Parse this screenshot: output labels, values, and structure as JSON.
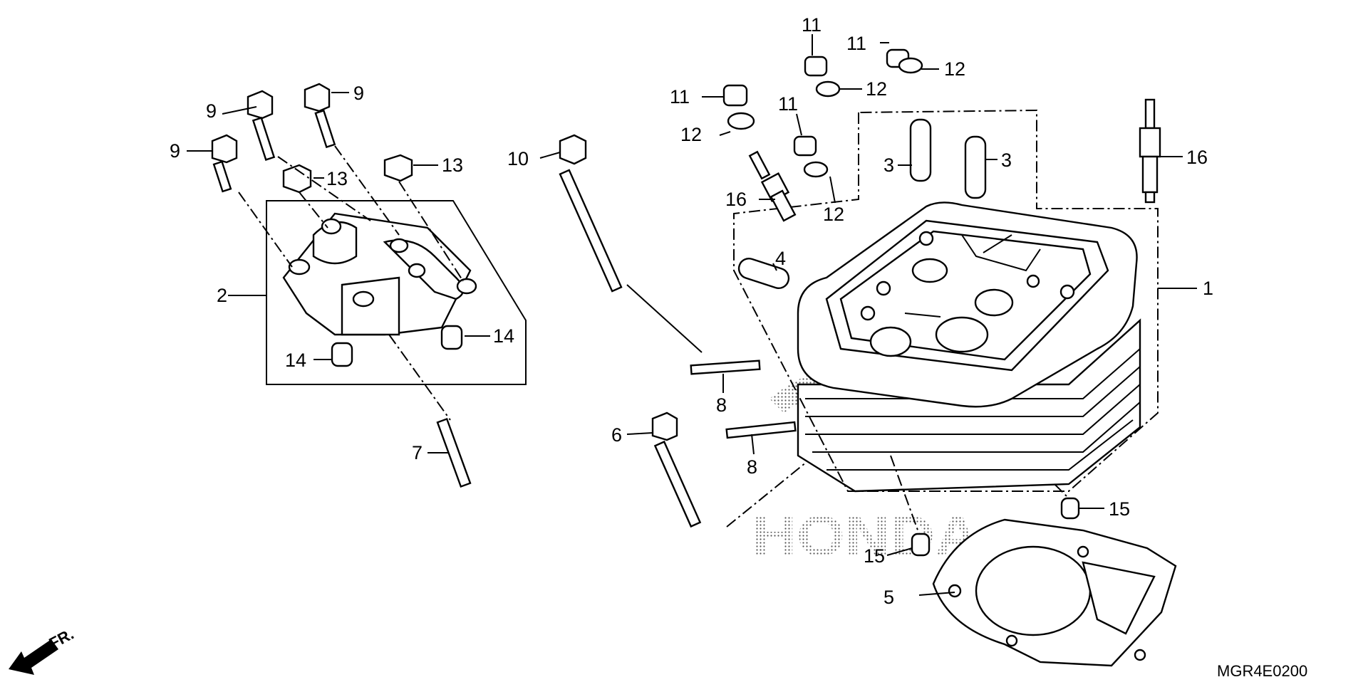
{
  "diagram": {
    "drawing_code": "MGR4E0200",
    "front_marker": "FR.",
    "watermark": "HONDA",
    "callouts": [
      {
        "id": "c1",
        "label": "1"
      },
      {
        "id": "c2",
        "label": "2"
      },
      {
        "id": "c3a",
        "label": "3"
      },
      {
        "id": "c3b",
        "label": "3"
      },
      {
        "id": "c4",
        "label": "4"
      },
      {
        "id": "c5",
        "label": "5"
      },
      {
        "id": "c6",
        "label": "6"
      },
      {
        "id": "c7",
        "label": "7"
      },
      {
        "id": "c8a",
        "label": "8"
      },
      {
        "id": "c8b",
        "label": "8"
      },
      {
        "id": "c9a",
        "label": "9"
      },
      {
        "id": "c9b",
        "label": "9"
      },
      {
        "id": "c9c",
        "label": "9"
      },
      {
        "id": "c10",
        "label": "10"
      },
      {
        "id": "c11a",
        "label": "11"
      },
      {
        "id": "c11b",
        "label": "11"
      },
      {
        "id": "c11c",
        "label": "11"
      },
      {
        "id": "c11d",
        "label": "11"
      },
      {
        "id": "c12a",
        "label": "12"
      },
      {
        "id": "c12b",
        "label": "12"
      },
      {
        "id": "c12c",
        "label": "12"
      },
      {
        "id": "c12d",
        "label": "12"
      },
      {
        "id": "c13a",
        "label": "13"
      },
      {
        "id": "c13b",
        "label": "13"
      },
      {
        "id": "c14a",
        "label": "14"
      },
      {
        "id": "c14b",
        "label": "14"
      },
      {
        "id": "c15a",
        "label": "15"
      },
      {
        "id": "c15b",
        "label": "15"
      },
      {
        "id": "c16a",
        "label": "16"
      },
      {
        "id": "c16b",
        "label": "16"
      }
    ]
  }
}
